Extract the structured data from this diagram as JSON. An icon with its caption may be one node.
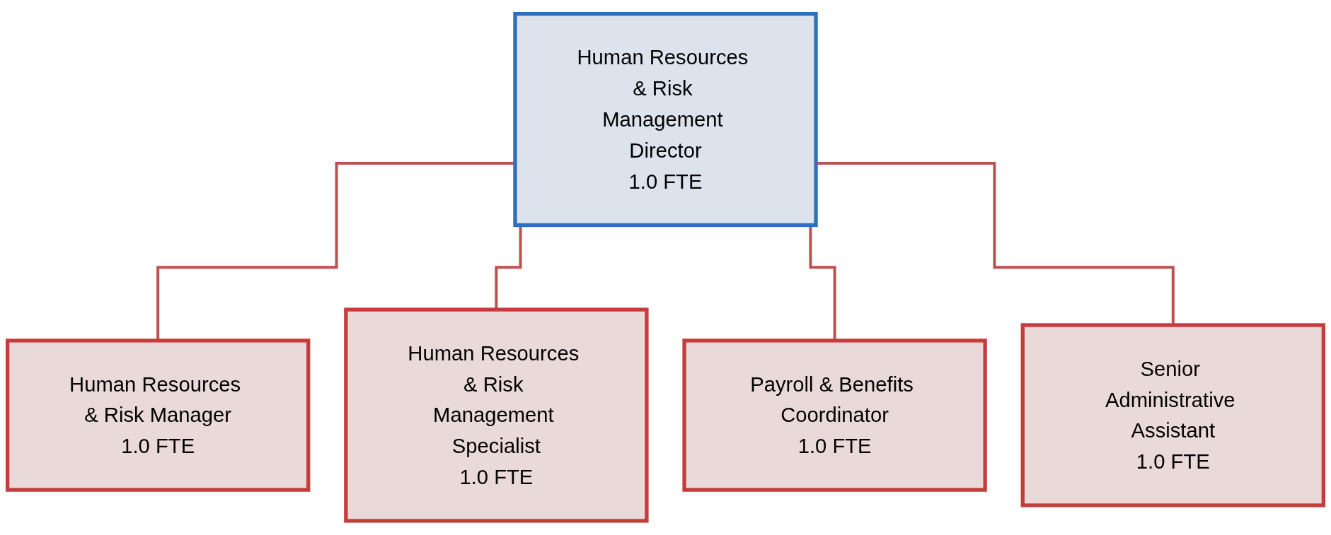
{
  "diagram": {
    "nodes": [
      {
        "text": [
          "Human Resources & Risk Management Director",
          "1.0 FTE"
        ]
      },
      {
        "text": [
          "Human Resources & Risk Manager",
          "1.0 FTE"
        ]
      },
      {
        "text": [
          "Human Resources & Risk Management Specialist",
          "1.0 FTE"
        ]
      },
      {
        "text": [
          "Payroll & Benefits Coordinator",
          "1.0 FTE"
        ]
      },
      {
        "text": [
          "Senior Administrative Assistant",
          "1.0 FTE"
        ]
      }
    ],
    "edges": [
      {
        "from": 0,
        "to": 1,
        "arrow": "none"
      },
      {
        "from": 0,
        "to": 2,
        "arrow": "none"
      },
      {
        "from": 0,
        "to": 3,
        "arrow": "none"
      },
      {
        "from": 0,
        "to": 4,
        "arrow": "none"
      }
    ]
  }
}
